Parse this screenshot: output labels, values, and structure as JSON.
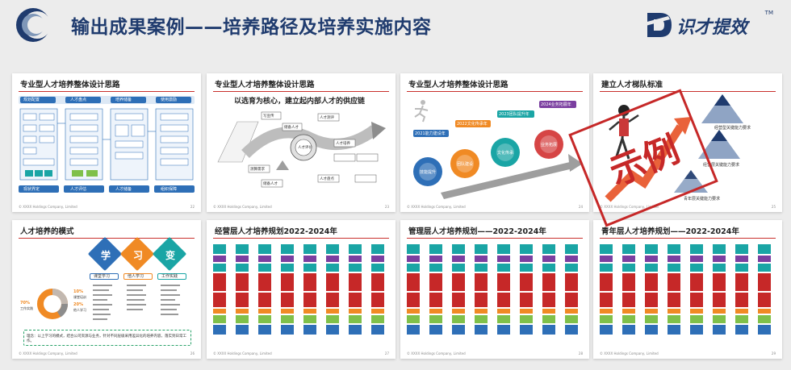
{
  "header": {
    "title": "输出成果案例——培养路径及培养实施内容",
    "brand_name": "识才提效",
    "brand_tm": "TM"
  },
  "thumbs": [
    {
      "title": "专业型人才培养整体设计思路",
      "footer": "© XXXX Holdings Company, Limited",
      "page": "22",
      "row_labels": [
        "规划配置",
        "人才盘点",
        "培养储备",
        "使用激励"
      ],
      "bottom_labels": [
        "现状界定",
        "人才评估",
        "人才储备",
        "组织保障"
      ]
    },
    {
      "title": "专业型人才培养整体设计思路",
      "subtitle": "以选育为核心，建立起内部人才的供应链",
      "footer": "© XXXX Holdings Company, Limited",
      "page": "23",
      "labels": [
        "写宣传",
        "储备人才",
        "人才评价",
        "人才测评",
        "人才培养",
        "测算需求",
        "人才盘点",
        "储备人才"
      ]
    },
    {
      "title": "专业型人才培养整体设计思路",
      "footer": "© XXXX Holdings Company, Limited",
      "page": "24",
      "years": [
        "2021能力建设年",
        "2022文化传承年",
        "2023团队提升年",
        "2024业务拓展年"
      ],
      "circles": [
        "技能提升",
        "团队建设",
        "文化传承",
        "业务拓展"
      ]
    },
    {
      "title": "建立人才梯队标准",
      "footer": "© XXXX Holdings Company, Limited",
      "page": "25",
      "levels": [
        "经营型关键能力要求",
        "经营层关键能力要求",
        "青年层关键能力要求"
      ]
    },
    {
      "title": "人才培养的模式",
      "footer": "© XXXX Holdings Company, Limited",
      "page": "26",
      "modes": [
        "学",
        "习",
        "变"
      ],
      "mode_labels": [
        "课堂学习",
        "他人学习",
        "工作实践"
      ],
      "pct": [
        "10%",
        "20%",
        "70%"
      ],
      "pct_labels": [
        "课堂培训",
        "他人学习",
        "工作实践"
      ],
      "note": "理念：以上学习的模式，结合公司资源与业务，针对不同层级采用差异化的培养内容，落实到日常工作。"
    },
    {
      "title": "经营层人才培养规划2022-2024年",
      "footer": "© XXXX Holdings Company, Limited",
      "page": "27"
    },
    {
      "title": "管理层人才培养规划——2022-2024年",
      "footer": "© XXXX Holdings Company, Limited",
      "page": "28"
    },
    {
      "title": "青年层人才培养规划——2022-2024年",
      "footer": "© XXXX Holdings Company, Limited",
      "page": "29"
    }
  ],
  "stamp": "示例",
  "colors": {
    "navy": "#1f3b6e",
    "red": "#c62828",
    "blue": "#2e6fb7",
    "orange": "#f08a24",
    "teal": "#1aa5a5",
    "purple": "#7b3fa0"
  }
}
